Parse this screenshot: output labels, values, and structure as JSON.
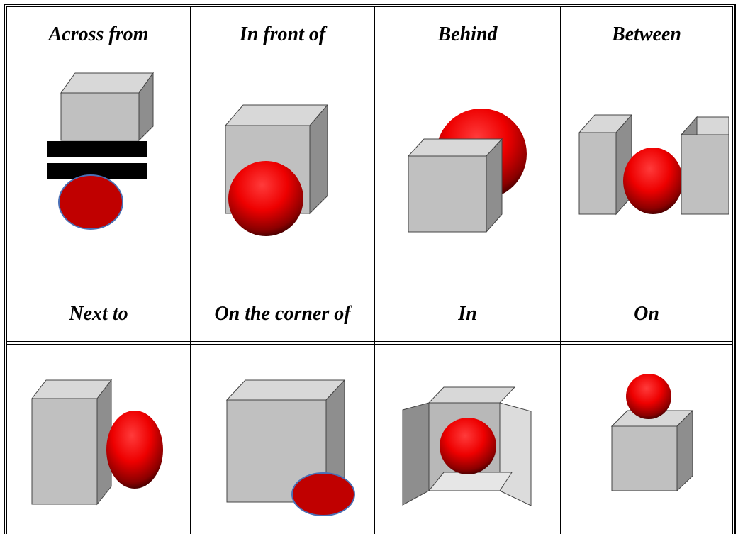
{
  "rows": [
    {
      "labels": [
        {
          "text": "Across from"
        },
        {
          "text": "In front of"
        },
        {
          "text": "Behind"
        },
        {
          "text": "Between"
        }
      ],
      "illustrations": [
        "across-from",
        "in-front-of",
        "behind",
        "between"
      ]
    },
    {
      "labels": [
        {
          "text": "Next to"
        },
        {
          "text": "On the corner of"
        },
        {
          "text": "In"
        },
        {
          "text": "On"
        }
      ],
      "illustrations": [
        "next-to",
        "on-the-corner-of",
        "in",
        "on"
      ]
    }
  ],
  "colors": {
    "cube_front": "#c0c0c0",
    "cube_top": "#d8d8d8",
    "cube_side": "#8e8e8e",
    "sphere_light": "#ff3030",
    "sphere_dark": "#1a0000",
    "flat_red": "#c00000",
    "ellipse_stroke": "#4a6fb5",
    "bar": "#000000"
  }
}
